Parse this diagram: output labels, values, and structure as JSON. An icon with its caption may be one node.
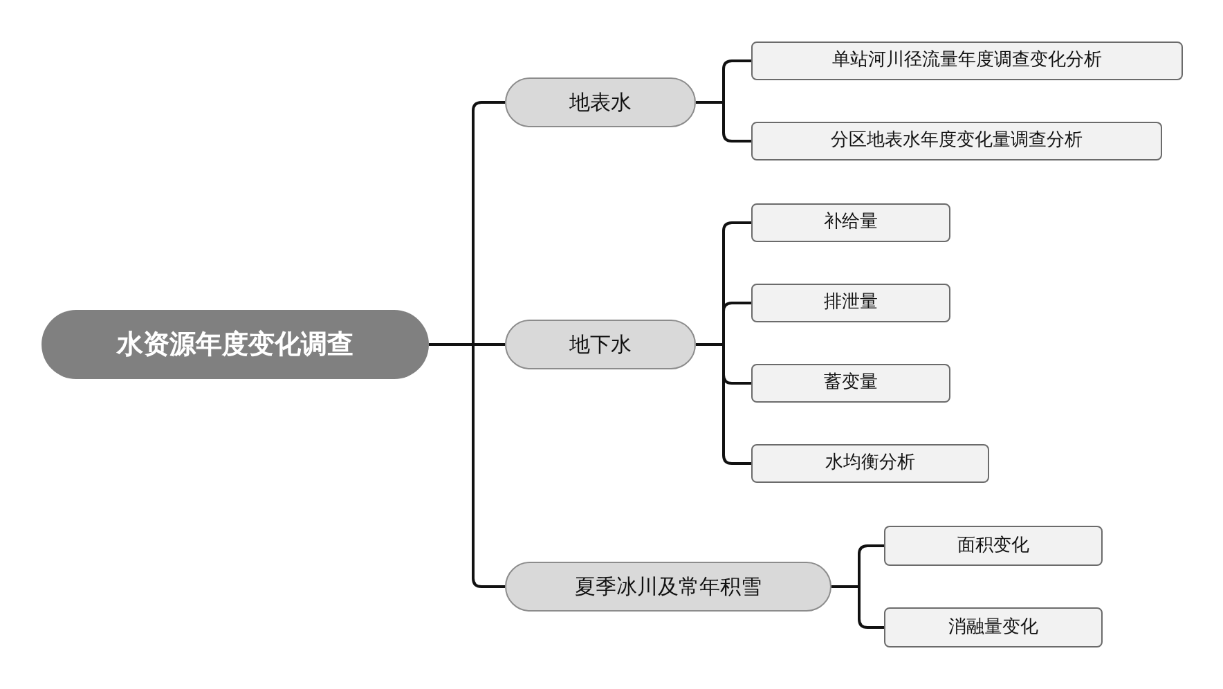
{
  "diagram": {
    "nodes": [
      {
        "text": [
          "水资源年度变化调查"
        ]
      },
      {
        "text": [
          "地表水"
        ]
      },
      {
        "text": [
          "单站河川径流量年度调查变化分析"
        ]
      },
      {
        "text": [
          "分区地表水年度变化量调查分析"
        ]
      },
      {
        "text": [
          "地下水"
        ]
      },
      {
        "text": [
          "补给量"
        ]
      },
      {
        "text": [
          "排泄量"
        ]
      },
      {
        "text": [
          "蓄变量"
        ]
      },
      {
        "text": [
          "水均衡分析"
        ]
      },
      {
        "text": [
          "夏季冰川及常年积雪"
        ]
      },
      {
        "text": [
          "面积变化"
        ]
      },
      {
        "text": [
          "消融量变化"
        ]
      }
    ],
    "edges": [
      {
        "from": 0,
        "to": 1,
        "arrow": "none"
      },
      {
        "from": 0,
        "to": 4,
        "arrow": "none"
      },
      {
        "from": 0,
        "to": 9,
        "arrow": "none"
      },
      {
        "from": 1,
        "to": 2,
        "arrow": "none"
      },
      {
        "from": 1,
        "to": 3,
        "arrow": "none"
      },
      {
        "from": 4,
        "to": 5,
        "arrow": "none"
      },
      {
        "from": 4,
        "to": 6,
        "arrow": "none"
      },
      {
        "from": 4,
        "to": 7,
        "arrow": "none"
      },
      {
        "from": 4,
        "to": 8,
        "arrow": "none"
      },
      {
        "from": 9,
        "to": 10,
        "arrow": "none"
      },
      {
        "from": 9,
        "to": 11,
        "arrow": "none"
      }
    ]
  }
}
